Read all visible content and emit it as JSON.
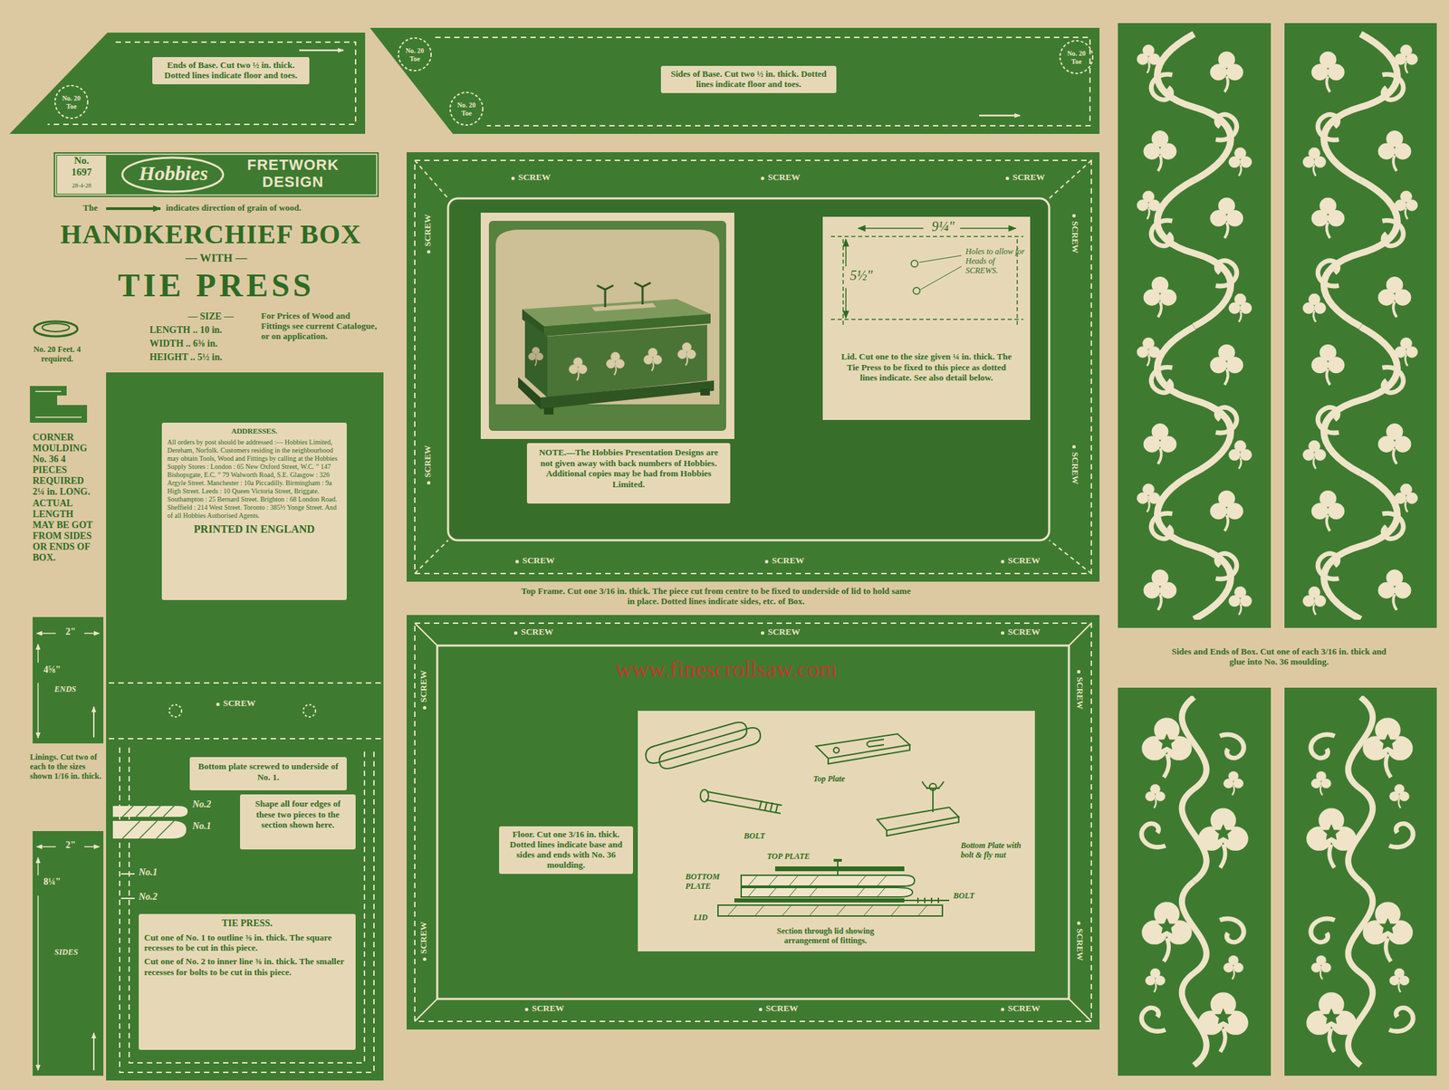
{
  "diagram": {
    "title": "HANDKERCHIEF BOX",
    "nodes": [
      {
        "text": [
          "Ends of Base. Cut two ½ in. thick. Dotted lines indicate floor and toes."
        ]
      },
      {
        "text": [
          "Sides of Base. Cut two ½ in. thick. Dotted lines indicate floor and toes."
        ]
      },
      {
        "text": [
          "No. 1697",
          "28-4-28",
          "Hobbies",
          "FRETWORK DESIGN"
        ]
      },
      {
        "text": [
          "SCREW"
        ]
      },
      {
        "text": [
          "ADDRESSES.",
          "All orders by post should be addressed :— Hobbies Limited, Dereham, Norfolk. Customers residing in the neighbourhood may obtain Tools, Wood and Fittings by calling at the Hobbies Supply Stores : London : 65 New Oxford Street, W.C. ” 147 Bishopsgate, E.C. ” 79 Walworth Road, S.E. Glasgow : 326 Argyle Street. Manchester : 10a Piccadilly. Birmingham : 9a High Street. Leeds : 10 Queen Victoria Street, Briggate. Southampton : 25 Bernard Street. Brighton : 68 London Road. Sheffield : 214 West Street. Toronto : 385½ Yonge Street. And of all Hobbies Authorised Agents.",
          "PRINTED IN ENGLAND"
        ],
        "in": 3
      },
      {
        "text": [
          "Bottom plate screwed to underside of No. 1."
        ],
        "in": 3
      },
      {
        "text": [
          "Shape all four edges of these two pieces to the section shown here."
        ],
        "in": 3
      },
      {
        "text": [
          "TIE PRESS.",
          "Cut one of No. 1 to outline ⅜ in. thick. The square recesses to be cut in this piece.",
          "Cut one of No. 2 to inner line ⅜ in. thick. The smaller recesses for bolts to be cut in this piece."
        ],
        "in": 3
      },
      {
        "text": [
          "SCREW",
          "SCREW",
          "SCREW",
          "SCREW",
          "SCREW",
          "SCREW",
          "SCREW",
          "SCREW",
          "SCREW",
          "SCREW",
          "Top Frame. Cut one 3/16 in. thick. The piece cut from centre to be fixed to underside of lid to hold same in place. Dotted lines indicate sides, etc. of Box."
        ]
      },
      {
        "text": [
          "NOTE.—The Hobbies Presentation Designs are not given away with back numbers of Hobbies. Additional copies may be had from Hobbies Limited."
        ],
        "in": 8
      },
      {
        "text": [
          "Lid. Cut one to the size given ¼ in. thick. The Tie Press to be fixed to this piece as dotted lines indicate. See also detail below."
        ],
        "in": 8
      },
      {
        "text": [
          "SCREW",
          "SCREW",
          "SCREW",
          "SCREW",
          "SCREW",
          "SCREW",
          "SCREW",
          "SCREW",
          "SCREW",
          "SCREW",
          "Floor. Cut one 3/16 in. thick. Dotted lines indicate base and sides and ends with No. 36 moulding."
        ]
      },
      {
        "text": [
          "Section through lid showing arrangement of fittings."
        ],
        "in": 11
      }
    ],
    "labels": [
      "No. 20 Toe",
      "No. 20 Toe",
      "No. 20 Toe",
      "No. 20 Toe",
      "The",
      "indicates direction of grain of wood.",
      "— WITH —",
      "TIE PRESS",
      "— SIZE —",
      "LENGTH .. 10 in.",
      "WIDTH .. 6⅜ in.",
      "HEIGHT .. 5½ in.",
      "For Prices of Wood and Fittings see current Catalogue, or on application.",
      "No. 20 Feet. 4 required.",
      "CORNER MOULDING No. 36 4 PIECES REQUIRED 2¼ in. LONG. ACTUAL LENGTH MAY BE GOT FROM SIDES OR ENDS OF BOX.",
      "2\"",
      "4⅝\"",
      "ENDS",
      "Linings. Cut two of each to the sizes shown 1/16 in. thick.",
      "2\"",
      "8¼\"",
      "SIDES",
      "No.2",
      "No.1",
      "No.1",
      "No.2",
      "9¼\"",
      "5½\"",
      "Holes to allow for Heads of SCREWS.",
      "Top Plate",
      "BOLT",
      "TOP PLATE",
      "Bottom Plate with bolt & fly nut",
      "BOTTOM PLATE",
      "BOLT",
      "LID",
      "Sides and Ends of Box. Cut one of each 3/16 in. thick and glue into No. 36 moulding.",
      "www.finescrollsaw.com"
    ]
  }
}
